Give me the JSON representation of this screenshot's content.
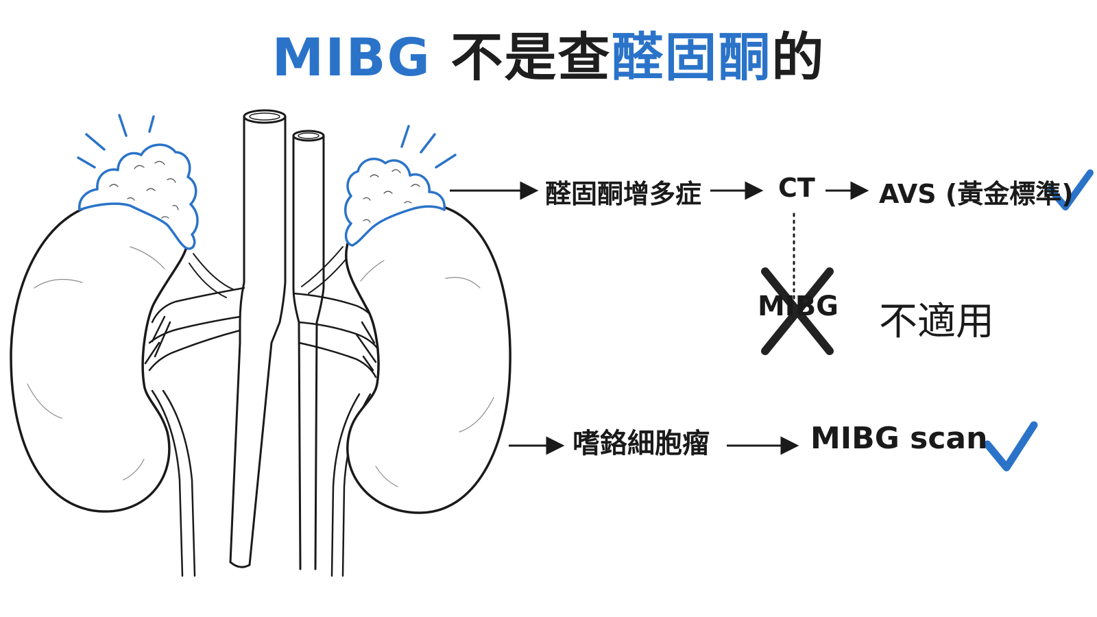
{
  "title": {
    "part1": "MIBG",
    "part2": " 不是查",
    "part3": "醛固酮",
    "part4": "的"
  },
  "flow_top": {
    "step1": "醛固酮增多症",
    "step2": "CT",
    "step3": "AVS (黃金標準)"
  },
  "flow_middle": {
    "crossed_label": "MIBG",
    "note": "不適用"
  },
  "flow_bottom": {
    "step1": "嗜鉻細胞瘤",
    "step2": "MIBG scan"
  },
  "colors": {
    "accent_blue": "#2a73c9",
    "ink": "#1a1a1a",
    "cross": "#222222"
  },
  "icons": {
    "check": "check-icon",
    "cross": "cross-x-icon",
    "arrow": "arrow-right-icon"
  }
}
